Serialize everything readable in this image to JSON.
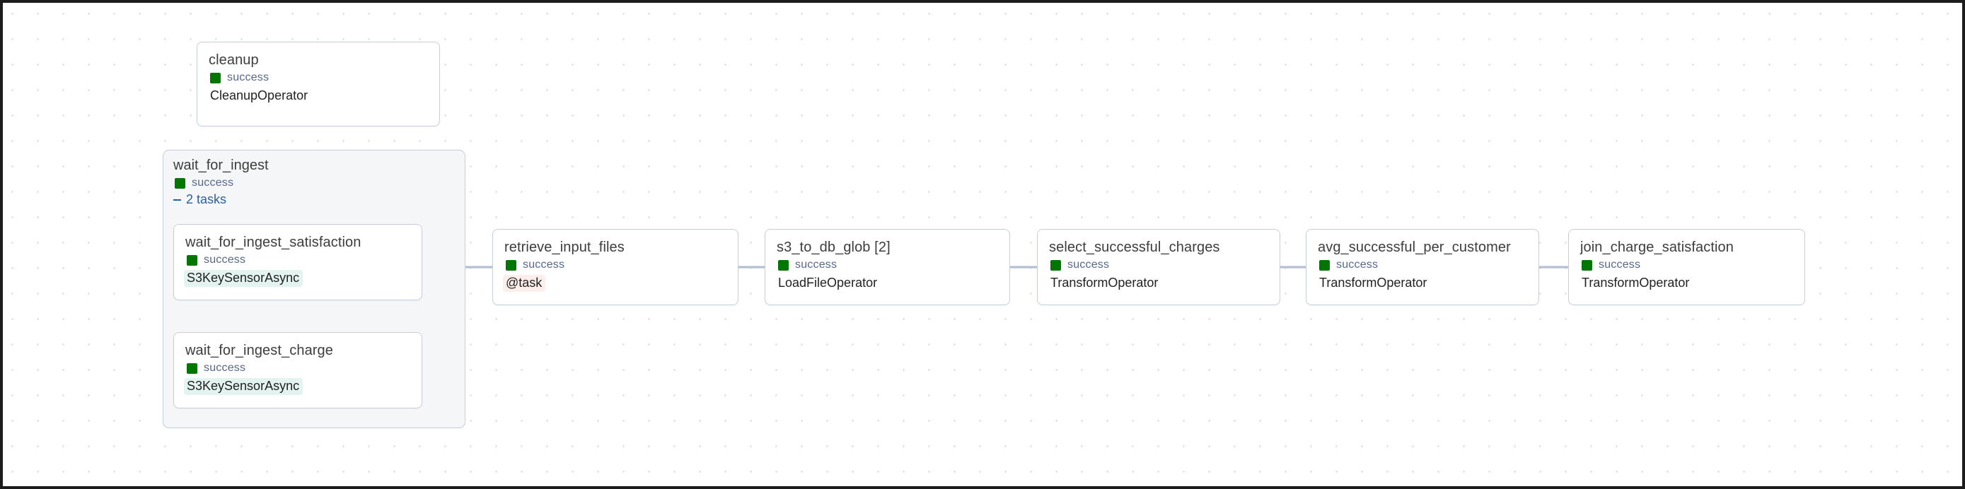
{
  "canvas": {
    "background_color": "#ffffff",
    "grid": "dot-grid",
    "grid_color": "#e4e4e8"
  },
  "graph": {
    "type": "dag-graph",
    "success_color": "#017701",
    "edge_color": "#b7c0d3",
    "node_border_color": "#c6cede"
  },
  "standalone_nodes": [
    {
      "id": "cleanup",
      "title": "cleanup",
      "state": "success",
      "operator": "CleanupOperator",
      "operator_tint": "none"
    }
  ],
  "task_group": {
    "title": "wait_for_ingest",
    "state": "success",
    "toggle_sign": "-",
    "toggle_label": "2 tasks",
    "children": [
      {
        "id": "wait_for_ingest_satisfaction",
        "title": "wait_for_ingest_satisfaction",
        "state": "success",
        "operator": "S3KeySensorAsync",
        "operator_tint": "teal"
      },
      {
        "id": "wait_for_ingest_charge",
        "title": "wait_for_ingest_charge",
        "state": "success",
        "operator": "S3KeySensorAsync",
        "operator_tint": "teal"
      }
    ]
  },
  "pipeline_nodes": [
    {
      "id": "retrieve_input_files",
      "title": "retrieve_input_files",
      "state": "success",
      "operator": "@task",
      "operator_tint": "pink"
    },
    {
      "id": "s3_to_db_glob",
      "title": "s3_to_db_glob [2]",
      "state": "success",
      "operator": "LoadFileOperator",
      "operator_tint": "none"
    },
    {
      "id": "select_successful_charges",
      "title": "select_successful_charges",
      "state": "success",
      "operator": "TransformOperator",
      "operator_tint": "none"
    },
    {
      "id": "avg_successful_per_customer",
      "title": "avg_successful_per_customer",
      "state": "success",
      "operator": "TransformOperator",
      "operator_tint": "none"
    },
    {
      "id": "join_charge_satisfaction",
      "title": "join_charge_satisfaction",
      "state": "success",
      "operator": "TransformOperator",
      "operator_tint": "none"
    }
  ]
}
